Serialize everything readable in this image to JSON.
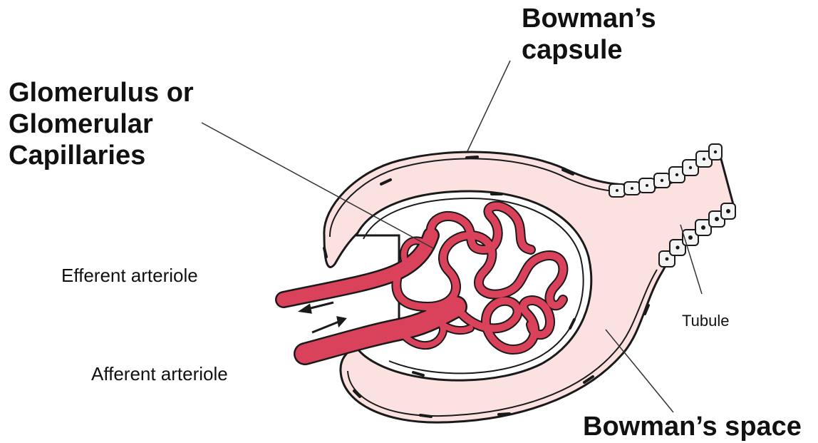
{
  "labels": {
    "bowmans_capsule": [
      "Bowman’s",
      "capsule"
    ],
    "glomerulus": [
      "Glomerulus or",
      "Glomerular",
      "Capillaries"
    ],
    "efferent": "Efferent arteriole",
    "afferent": "Afferent arteriole",
    "tubule": "Tubule",
    "bowmans_space": "Bowman’s space"
  },
  "colors": {
    "capsule_fill": "#fbe2e1",
    "capillary": "#d9425a",
    "outline": "#1a1a1a",
    "tubule_cell": "#f4f4f4"
  },
  "icons": {
    "flow_out": "arrow-left",
    "flow_in": "arrow-right"
  }
}
